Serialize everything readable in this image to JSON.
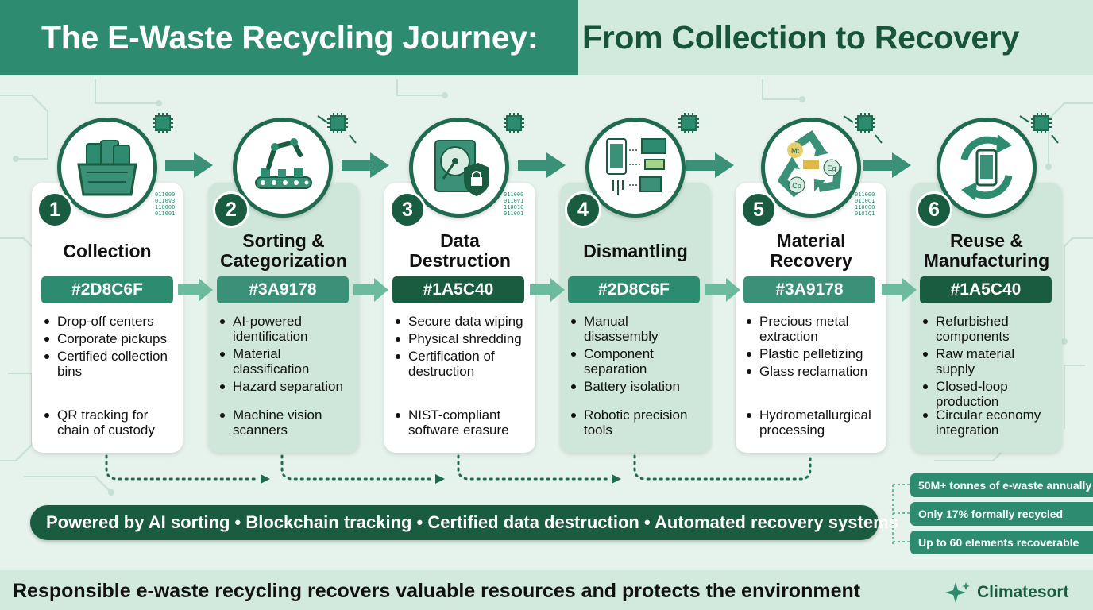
{
  "header": {
    "title_part1": "The E-Waste Recycling Journey:",
    "title_part2": "From Collection to Recovery"
  },
  "steps": [
    {
      "number": "1",
      "title": "Collection",
      "color_label": "#2D8C6F",
      "bullets": [
        "Drop-off centers",
        "Corporate pickups",
        "Certified collection bins"
      ],
      "extra": "QR tracking for chain of custody",
      "icon": "collection-bin-icon"
    },
    {
      "number": "2",
      "title": "Sorting & Categorization",
      "color_label": "#3A9178",
      "bullets": [
        "AI-powered identification",
        "Material classification",
        "Hazard separation"
      ],
      "extra": "Machine vision scanners",
      "icon": "robot-arm-conveyor-icon"
    },
    {
      "number": "3",
      "title": "Data Destruction",
      "color_label": "#1A5C40",
      "bullets": [
        "Secure data wiping",
        "Physical shredding",
        "Certification of destruction"
      ],
      "extra": "NIST-compliant software erasure",
      "icon": "hard-drive-lock-icon"
    },
    {
      "number": "4",
      "title": "Dismantling",
      "color_label": "#2D8C6F",
      "bullets": [
        "Manual disassembly",
        "Component separation",
        "Battery isolation"
      ],
      "extra": "Robotic precision tools",
      "icon": "disassembled-components-icon"
    },
    {
      "number": "5",
      "title": "Material Recovery",
      "color_label": "#3A9178",
      "bullets": [
        "Precious metal extraction",
        "Plastic pelletizing",
        "Glass reclamation"
      ],
      "extra": "Hydrometallurgical processing",
      "icon": "recycle-metals-icon"
    },
    {
      "number": "6",
      "title": "Reuse & Manufacturing",
      "color_label": "#1A5C40",
      "bullets": [
        "Refurbished components",
        "Raw material supply",
        "Closed-loop production"
      ],
      "extra": "Circular economy integration",
      "icon": "phone-circular-arrows-icon"
    }
  ],
  "binary": {
    "a": "011000\n0110V3\n110000\n011001",
    "b": "011000\n0110V1\n110010\n0110Q1",
    "c": "011000\n0110C1\n110000\n0101Q1"
  },
  "banner": "Powered by AI sorting • Blockchain tracking • Certified data destruction • Automated recovery systems",
  "stats": [
    "50M+ tonnes of e-waste annually",
    "Only 17% formally recycled",
    "Up to 60 elements recoverable"
  ],
  "footer": {
    "tagline": "Responsible e-waste recycling recovers valuable resources and protects the environment",
    "brand": "Climatesort"
  },
  "icon_labels": {
    "metal_a": "Mt",
    "metal_b": "Eg",
    "metal_c": "Cp"
  },
  "colors": {
    "primary": "#2D8C6F",
    "secondary": "#3A9178",
    "dark": "#1A5C40",
    "background": "#E6F2EC"
  }
}
